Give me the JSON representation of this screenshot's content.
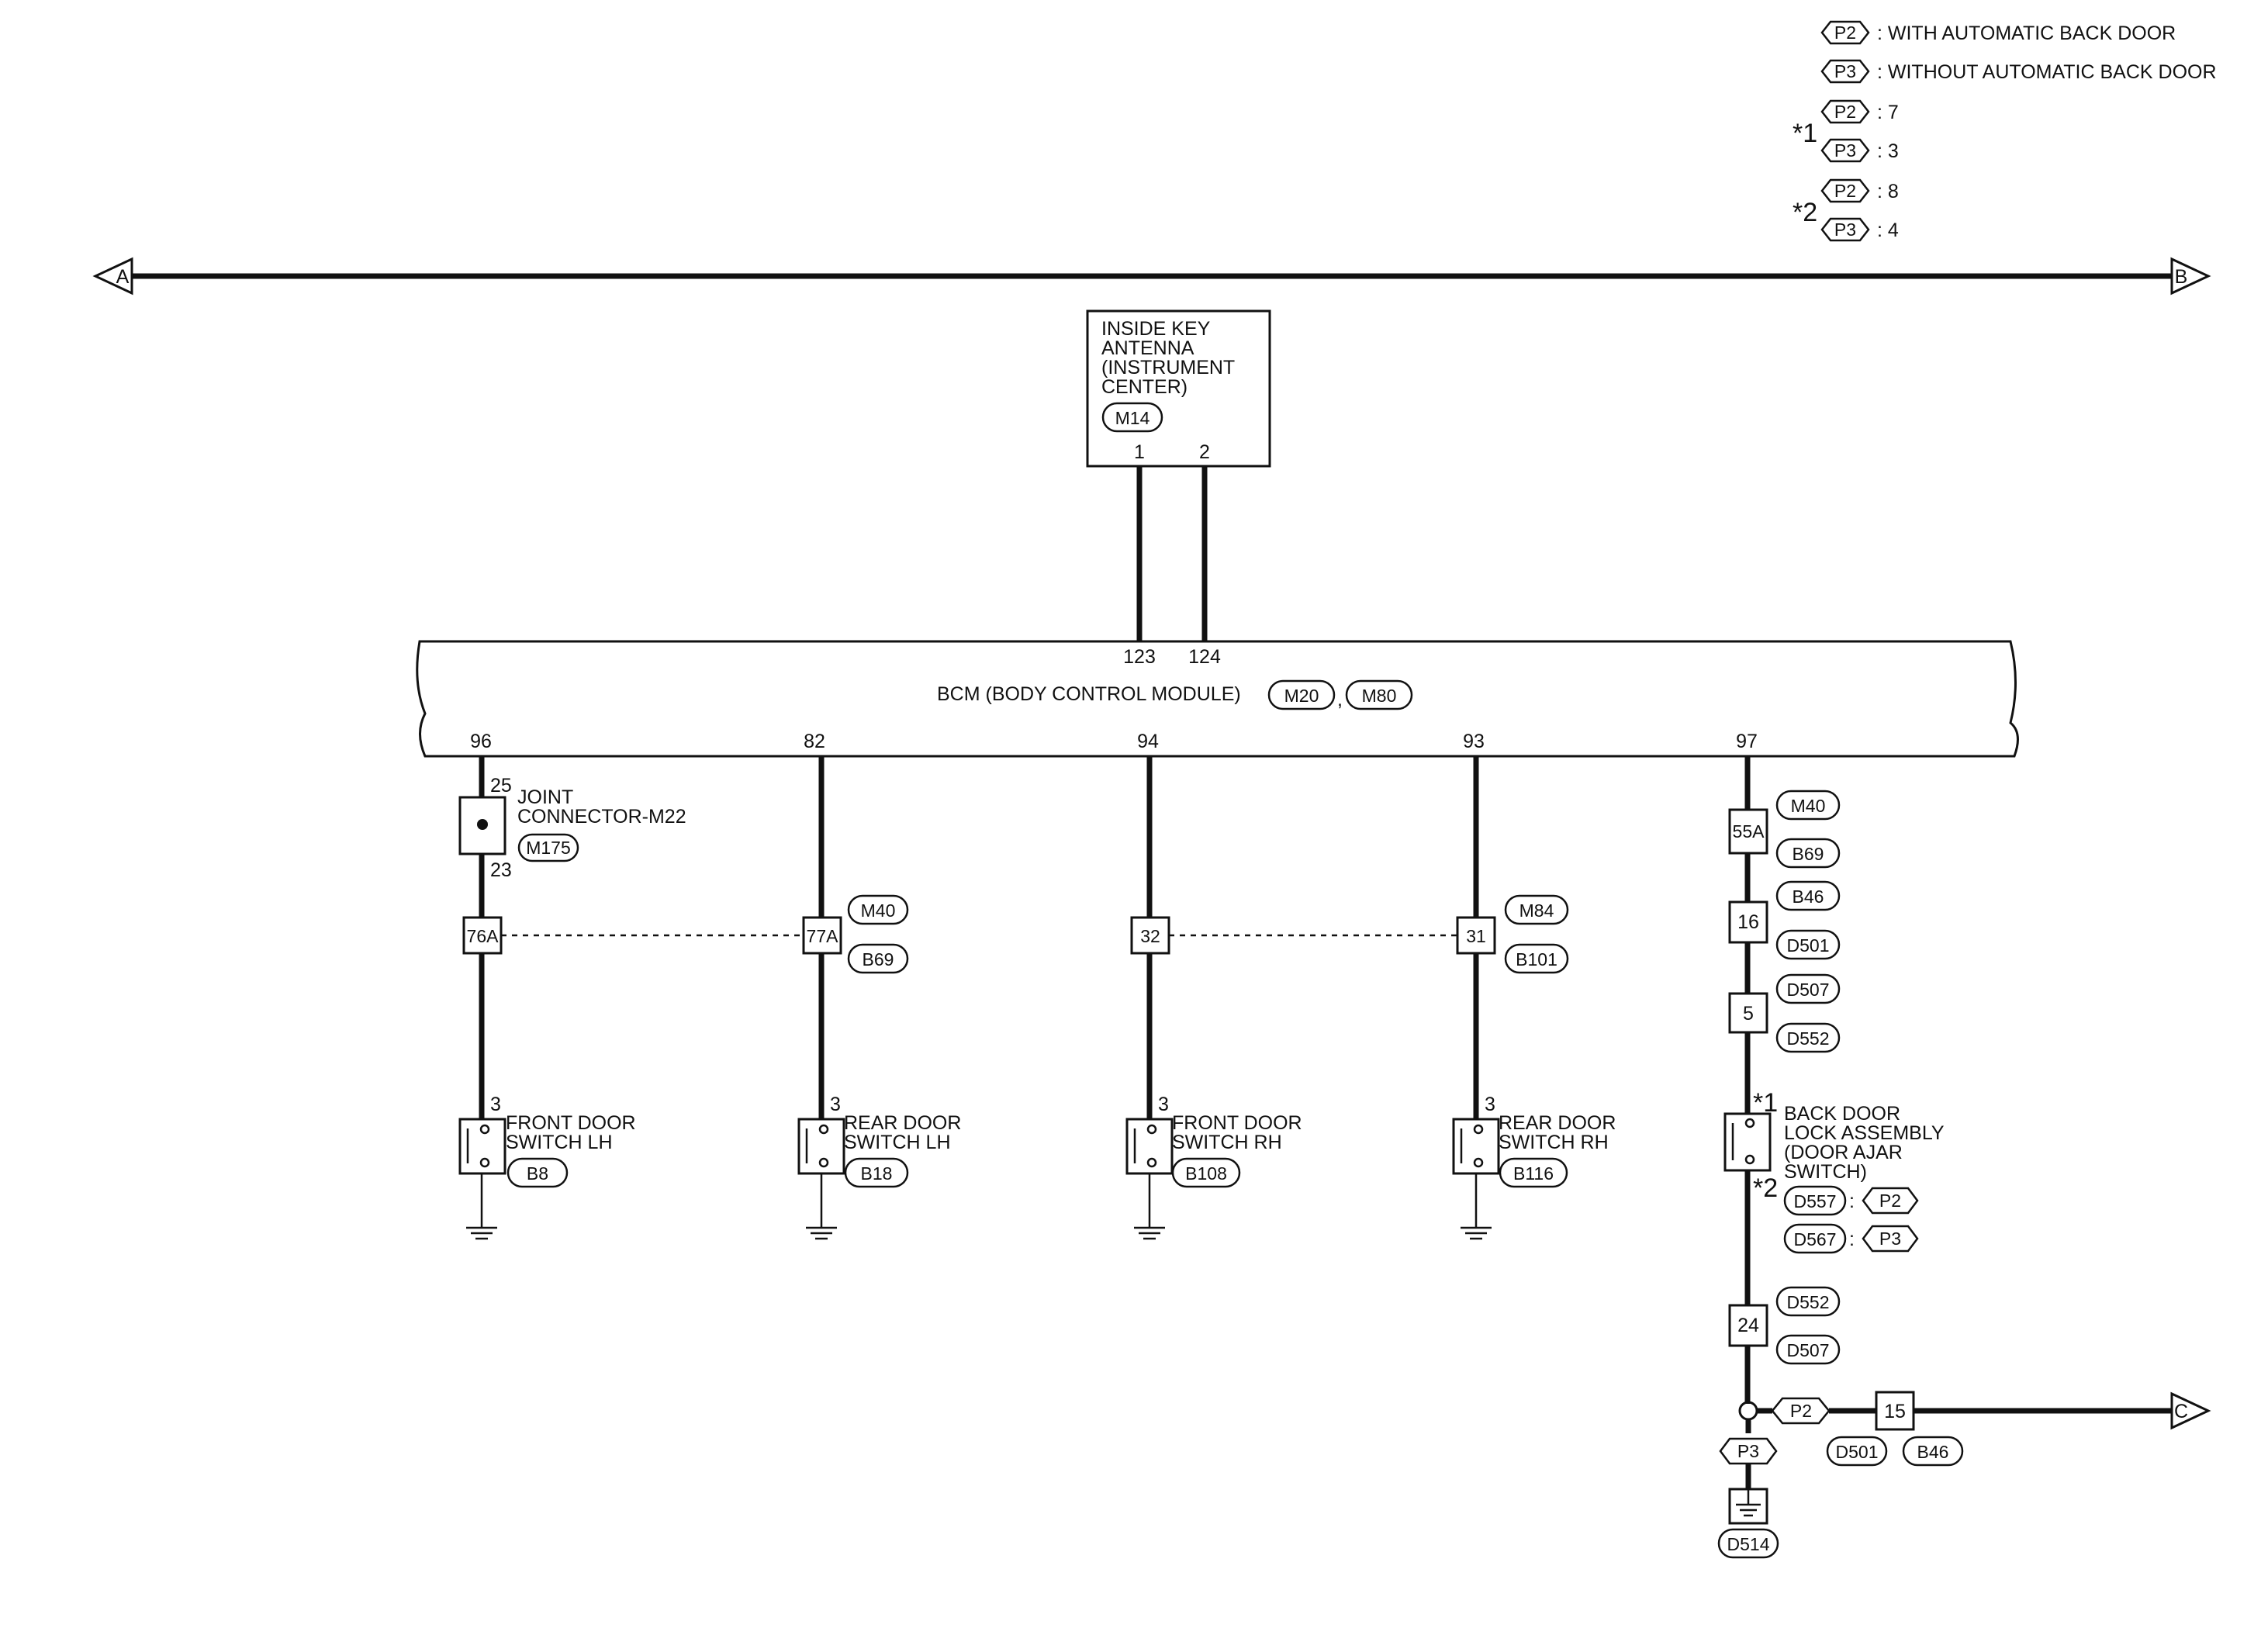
{
  "legend": {
    "items": [
      {
        "tag": "P2",
        "text": ": WITH AUTOMATIC BACK DOOR"
      },
      {
        "tag": "P3",
        "text": ": WITHOUT AUTOMATIC BACK DOOR"
      }
    ],
    "notes": [
      {
        "mark": "*1",
        "rows": [
          {
            "tag": "P2",
            "text": ": 7"
          },
          {
            "tag": "P3",
            "text": ": 3"
          }
        ]
      },
      {
        "mark": "*2",
        "rows": [
          {
            "tag": "P2",
            "text": ": 8"
          },
          {
            "tag": "P3",
            "text": ": 4"
          }
        ]
      }
    ]
  },
  "bus": {
    "left": "A",
    "right": "B"
  },
  "antenna": {
    "lines": [
      "INSIDE KEY",
      "ANTENNA",
      "(INSTRUMENT",
      "CENTER)"
    ],
    "connector": "M14",
    "pins": [
      "1",
      "2"
    ]
  },
  "bcm": {
    "label": "BCM (BODY CONTROL MODULE)",
    "connectors": [
      "M20",
      "M80"
    ],
    "sep": ",",
    "top_pins": [
      "123",
      "124"
    ],
    "bottom_pins": [
      "96",
      "82",
      "94",
      "93",
      "97"
    ]
  },
  "joint": {
    "lines": [
      "JOINT",
      "CONNECTOR-M22"
    ],
    "connector": "M175",
    "pin_top": "25",
    "pin_bottom": "23"
  },
  "inline": [
    {
      "box": "76A"
    },
    {
      "box": "77A",
      "connectors": [
        "M40",
        "B69"
      ]
    },
    {
      "box": "32"
    },
    {
      "box": "31",
      "connectors": [
        "M84",
        "B101"
      ]
    }
  ],
  "switches": [
    {
      "pin": "3",
      "lines": [
        "FRONT DOOR",
        "SWITCH LH"
      ],
      "connector": "B8"
    },
    {
      "pin": "3",
      "lines": [
        "REAR DOOR",
        "SWITCH LH"
      ],
      "connector": "B18"
    },
    {
      "pin": "3",
      "lines": [
        "FRONT DOOR",
        "SWITCH RH"
      ],
      "connector": "B108"
    },
    {
      "pin": "3",
      "lines": [
        "REAR DOOR",
        "SWITCH RH"
      ],
      "connector": "B116"
    }
  ],
  "right_branch": {
    "inline": [
      {
        "box": "55A",
        "connectors": [
          "M40",
          "B69"
        ]
      },
      {
        "box": "16",
        "connectors": [
          "B46",
          "D501"
        ]
      },
      {
        "box": "5",
        "connectors": [
          "D507",
          "D552"
        ]
      },
      {
        "box": "24",
        "connectors": [
          "D552",
          "D507"
        ]
      }
    ],
    "back_door": {
      "lines": [
        "BACK DOOR",
        "LOCK ASSEMBLY",
        "(DOOR AJAR",
        "SWITCH)"
      ],
      "mark_top": "*1",
      "mark_bottom": "*2",
      "variants": [
        {
          "connector": "D557",
          "sep": ":",
          "tag": "P2"
        },
        {
          "connector": "D567",
          "sep": ":",
          "tag": "P3"
        }
      ]
    },
    "split_p2": "P2",
    "split_p3": "P3",
    "box_15": "15",
    "box_15_connectors": [
      "D501",
      "B46"
    ],
    "arrow_c": "C",
    "ground_connector": "D514"
  }
}
